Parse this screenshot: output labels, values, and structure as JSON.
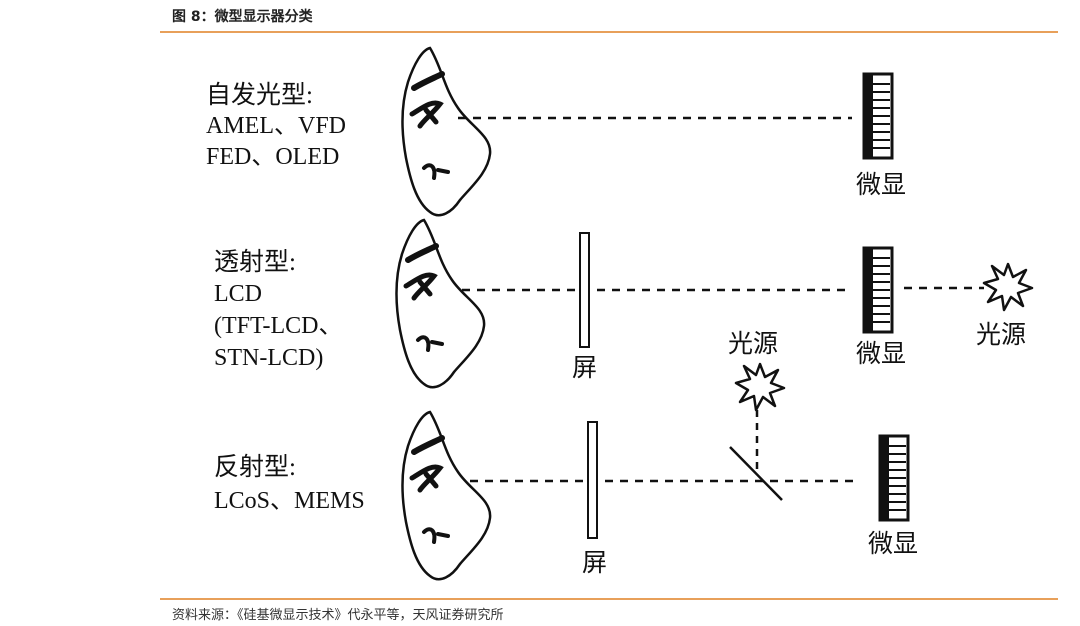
{
  "figure": {
    "title": "图 8：微型显示器分类",
    "source": "资料来源：《硅基微显示技术》代永平等，天风证券研究所"
  },
  "rows": [
    {
      "heading": "自发光型:",
      "lines": [
        "AMEL、VFD",
        "FED、OLED"
      ],
      "display_label": "微显"
    },
    {
      "heading": "透射型:",
      "lines": [
        "LCD",
        "(TFT-LCD、",
        "STN-LCD)"
      ],
      "screen_label": "屏",
      "display_label": "微显",
      "light_label": "光源"
    },
    {
      "heading": "反射型:",
      "lines": [
        "LCoS、MEMS"
      ],
      "screen_label": "屏",
      "light_label": "光源",
      "display_label": "微显"
    }
  ],
  "icons": {
    "eye": "eye-profile-icon",
    "display": "microdisplay-icon",
    "light": "light-burst-icon",
    "mirror": "beam-splitter-icon"
  },
  "colors": {
    "rule": "#e8a05a",
    "ink": "#111111"
  }
}
